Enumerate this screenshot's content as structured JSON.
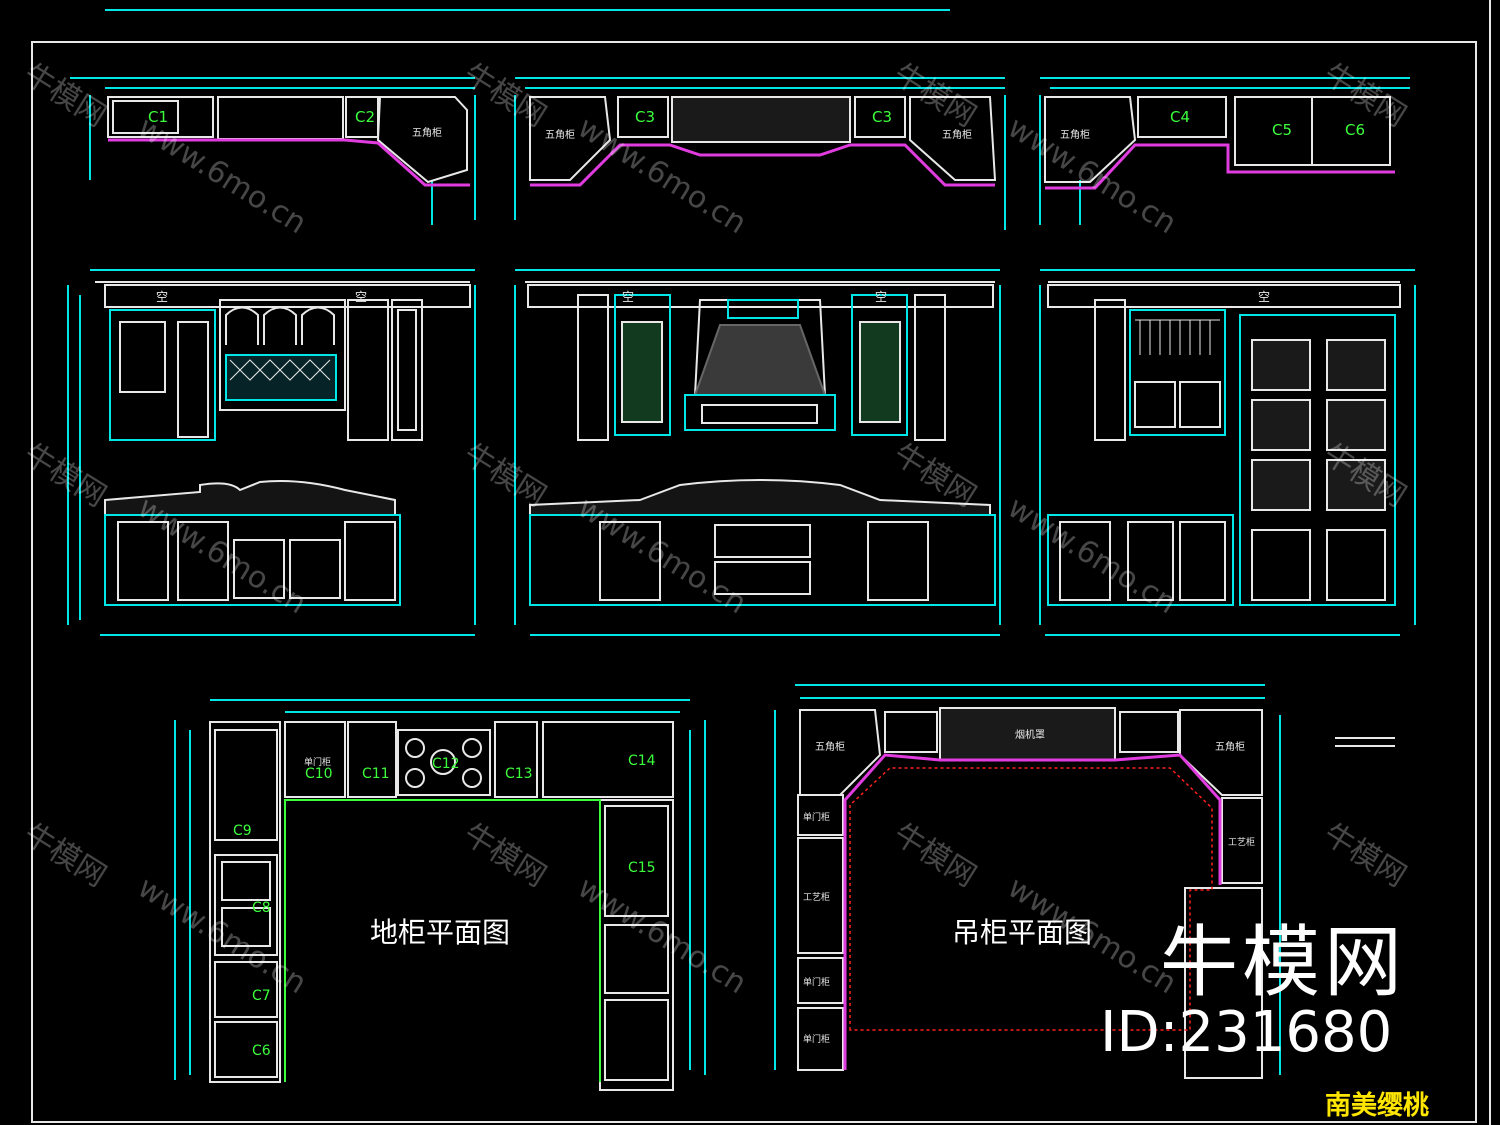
{
  "labels": {
    "c1": "C1",
    "c2": "C2",
    "c3": "C3",
    "c4": "C4",
    "c5": "C5",
    "c6": "C6",
    "c7": "C7",
    "c8": "C8",
    "c9": "C9",
    "c10": "C10",
    "c11": "C11",
    "c12": "C12",
    "c13": "C13",
    "c14": "C14",
    "c15": "C15",
    "pentagon": "五角柜",
    "empty": "空",
    "hood": "烟机罩",
    "single_door": "单门柜",
    "craft": "工艺柜",
    "base_plan_title": "地柜平面图",
    "wall_plan_title": "吊柜平面图",
    "style_name": "南美缨桃"
  },
  "branding": {
    "logo_text": "牛模网",
    "id_text": "ID:231680",
    "watermark_cn": "牛模网",
    "watermark_url": "www.6mo.cn"
  },
  "colors": {
    "background": "#000000",
    "dimension": "#00e5e5",
    "cabinet_outline": "#e8e8e8",
    "accent": "#e03ce0",
    "label_green": "#3cff3c",
    "title_yellow": "#ffe600",
    "hidden_line": "#ff2020"
  }
}
